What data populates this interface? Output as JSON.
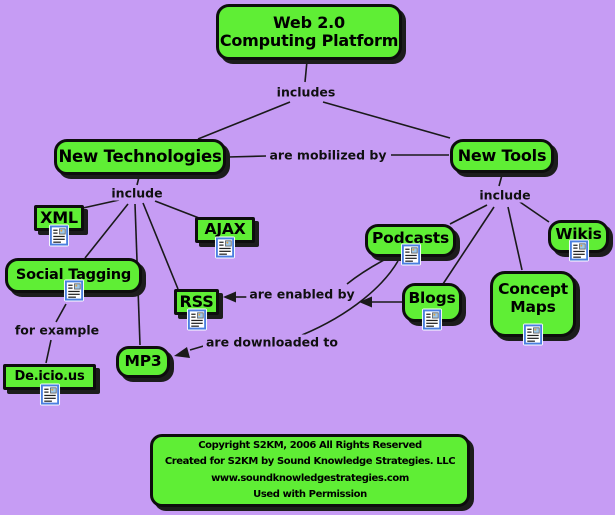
{
  "diagram": {
    "type": "concept-map",
    "root_title": "Web 2.0 Computing Platform"
  },
  "colors": {
    "background": "#c69cf4",
    "node_fill": "#5fee35",
    "node_border": "#0d0d0d",
    "line": "#1a1a1a"
  },
  "nodes": {
    "web_platform": {
      "line1": "Web 2.0",
      "line2": "Computing Platform"
    },
    "new_technologies": {
      "label": "New Technologies"
    },
    "new_tools": {
      "label": "New Tools"
    },
    "xml": {
      "label": "XML"
    },
    "ajax": {
      "label": "AJAX"
    },
    "social_tagging": {
      "label": "Social Tagging"
    },
    "rss": {
      "label": "RSS"
    },
    "mp3": {
      "label": "MP3"
    },
    "delicious": {
      "label": "De.icio.us"
    },
    "podcasts": {
      "label": "Podcasts"
    },
    "wikis": {
      "label": "Wikis"
    },
    "blogs": {
      "label": "Blogs"
    },
    "concept_maps": {
      "line1": "Concept",
      "line2": "Maps"
    }
  },
  "edge_labels": {
    "includes": "includes",
    "are_mobilized_by": "are mobilized by",
    "include_left": "include",
    "include_right": "include",
    "are_enabled_by": "are enabled by",
    "are_downloaded_to": "are downloaded to",
    "for_example": "for example"
  },
  "edges": [
    {
      "from": "Web 2.0 Computing Platform",
      "label": "includes",
      "to": [
        "New Technologies",
        "New Tools"
      ]
    },
    {
      "from": "New Technologies",
      "label": "are mobilized by",
      "to": [
        "New Tools"
      ]
    },
    {
      "from": "New Technologies",
      "label": "include",
      "to": [
        "XML",
        "AJAX",
        "Social Tagging",
        "RSS",
        "MP3"
      ]
    },
    {
      "from": "New Tools",
      "label": "include",
      "to": [
        "Podcasts",
        "Blogs",
        "Concept Maps",
        "Wikis"
      ]
    },
    {
      "from": "Social Tagging",
      "label": "for example",
      "to": [
        "De.icio.us"
      ]
    },
    {
      "from": "Podcasts / Blogs",
      "label": "are enabled by",
      "to": [
        "RSS"
      ]
    },
    {
      "from": "Podcasts",
      "label": "are downloaded to",
      "to": [
        "MP3"
      ]
    }
  ],
  "icons": {
    "document_resource": "document-resource-icon"
  },
  "footer": {
    "line1": "Copyright S2KM, 2006 All Rights Reserved",
    "line2": "Created for S2KM by Sound Knowledge Strategies. LLC",
    "line3": "www.soundknowledgestrategies.com",
    "line4": "Used with Permission"
  }
}
